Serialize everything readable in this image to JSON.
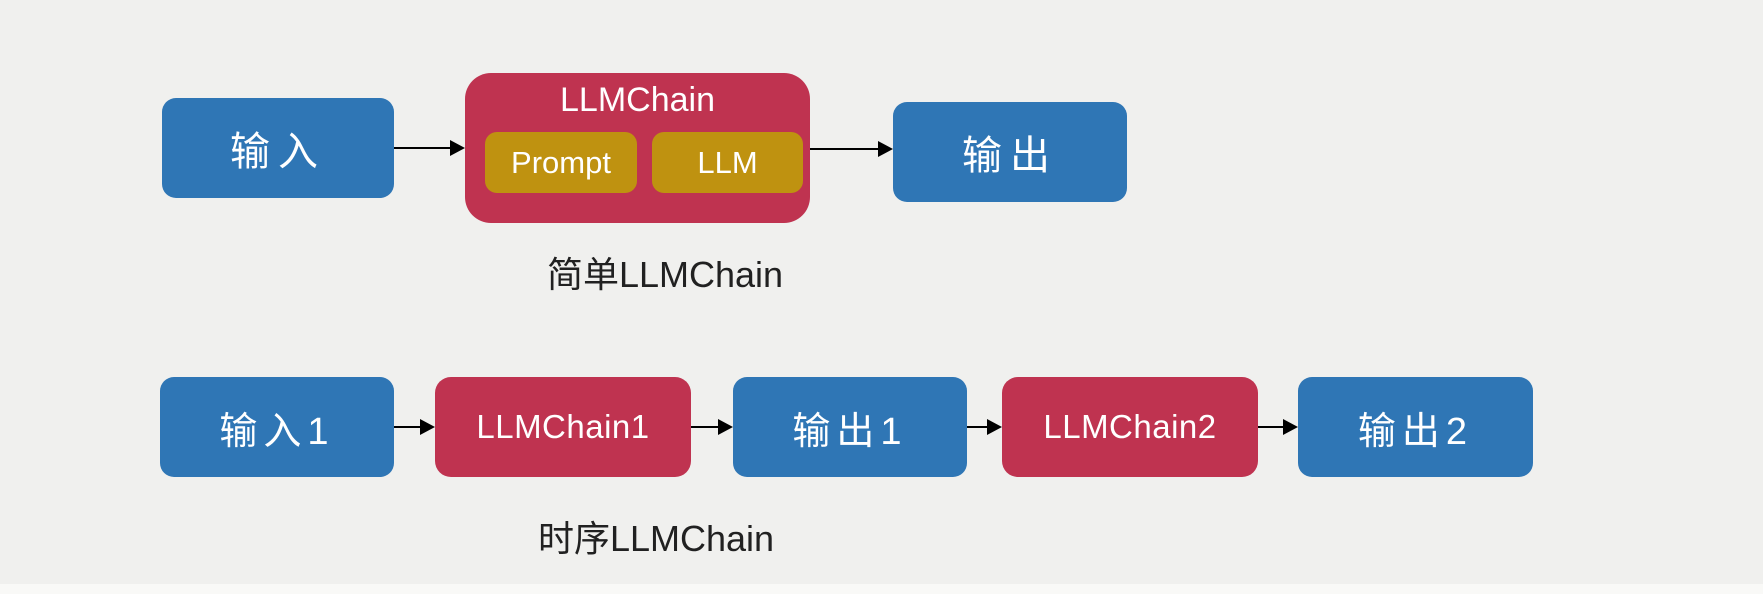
{
  "colors": {
    "background": "#f0f0ee",
    "io_box_blue": "#2f76b5",
    "chain_box_red": "#bf3350",
    "component_box_gold": "#bf9210",
    "box_text": "#ffffff",
    "caption_text": "#212121",
    "arrow": "#000000"
  },
  "diagram1": {
    "caption": "简单LLMChain",
    "input_label": "输入",
    "chain": {
      "title": "LLMChain",
      "components": [
        {
          "label": "Prompt"
        },
        {
          "label": "LLM"
        }
      ]
    },
    "output_label": "输出"
  },
  "diagram2": {
    "caption": "时序LLMChain",
    "nodes": [
      {
        "label": "输入1",
        "type": "io"
      },
      {
        "label": "LLMChain1",
        "type": "chain"
      },
      {
        "label": "输出1",
        "type": "io"
      },
      {
        "label": "LLMChain2",
        "type": "chain"
      },
      {
        "label": "输出2",
        "type": "io"
      }
    ]
  }
}
